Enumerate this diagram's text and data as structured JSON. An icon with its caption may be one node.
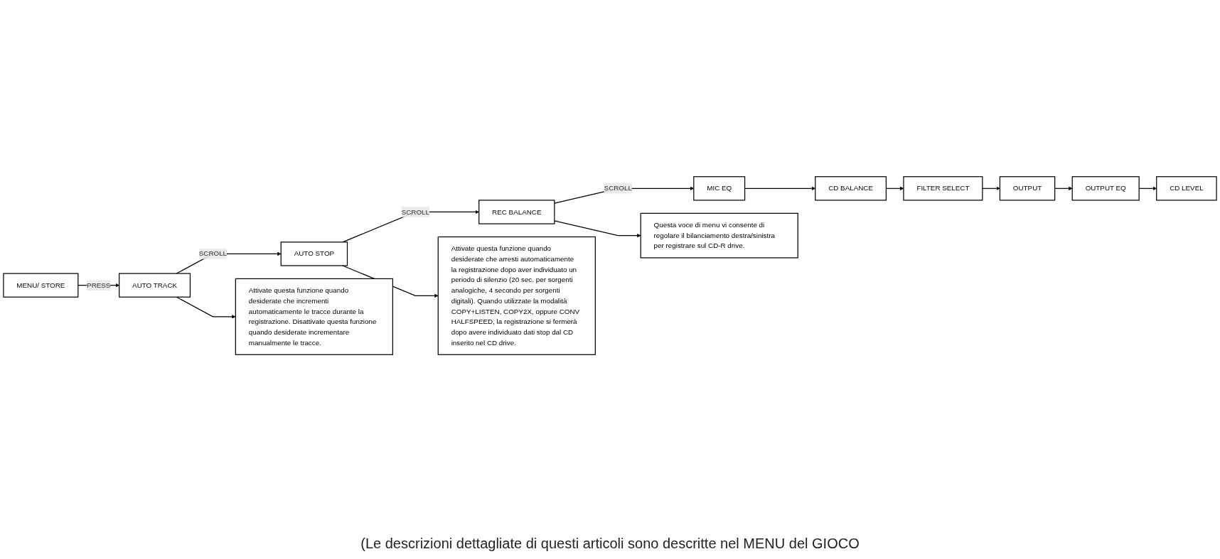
{
  "diagram": {
    "nodes": [
      {
        "text": [
          "MENU/ STORE"
        ]
      },
      {
        "text": [
          "AUTO TRACK"
        ]
      },
      {
        "text": [
          "AUTO STOP"
        ]
      },
      {
        "text": [
          "REC BALANCE"
        ]
      },
      {
        "text": [
          "MIC EQ"
        ]
      },
      {
        "text": [
          "CD BALANCE"
        ]
      },
      {
        "text": [
          "FILTER SELECT"
        ]
      },
      {
        "text": [
          "OUTPUT"
        ]
      },
      {
        "text": [
          "OUTPUT EQ"
        ]
      },
      {
        "text": [
          "CD LEVEL"
        ]
      },
      {
        "text": [
          "Attivate questa funzione quando desiderate che arresti automaticamente la registrazione dopo aver individuato un periodo di silenzio (20 sec. per sorgenti analogiche, 4 secondo per sorgenti digitali). Quando utilizzate la modalità COPY+LISTEN, COPY2X, oppure CONV HALFSPEED, la registrazione si fermerà dopo avere individuato dati stop dal CD inserito nel CD drive."
        ]
      },
      {
        "text": [
          "Attivate questa funzione quando desiderate che incrementi automaticamente le tracce durante la registrazione. Disattivate questa funzione quando desiderate incrementare manualmente le tracce."
        ]
      },
      {
        "text": [
          "Questa voce di menu vi consente di regolare il bilanciamento destra/sinistra per registrare sul CD-R drive."
        ]
      }
    ],
    "edges": [
      {
        "from": 0,
        "to": 1,
        "arrow": "to",
        "label": "PRESS"
      },
      {
        "from": 1,
        "to": 2,
        "arrow": "to",
        "label": "SCROLL"
      },
      {
        "from": 2,
        "to": 3,
        "arrow": "to",
        "label": "SCROLL"
      },
      {
        "from": 3,
        "to": 4,
        "arrow": "to",
        "label": "SCROLL"
      },
      {
        "from": 4,
        "to": 5,
        "arrow": "to"
      },
      {
        "from": 5,
        "to": 6,
        "arrow": "to"
      },
      {
        "from": 6,
        "to": 7,
        "arrow": "to"
      },
      {
        "from": 7,
        "to": 8,
        "arrow": "to"
      },
      {
        "from": 8,
        "to": 9,
        "arrow": "to"
      },
      {
        "from": 2,
        "to": 10,
        "arrow": "to"
      },
      {
        "from": 1,
        "to": 11,
        "arrow": "to"
      },
      {
        "from": 3,
        "to": 12,
        "arrow": "to"
      }
    ],
    "labels": [
      "(Le descrizioni dettagliate di questi articoli sono descritte nel MENU del GIOCO"
    ]
  }
}
